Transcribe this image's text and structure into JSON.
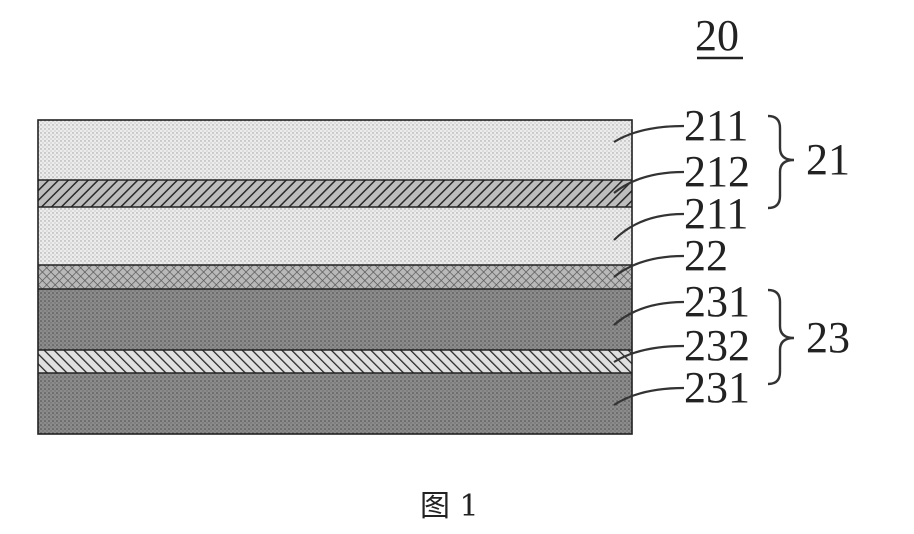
{
  "figure": {
    "ref_number": "20",
    "caption": "图 1"
  },
  "layers": [
    {
      "id": "layer-211-top",
      "label": "211",
      "pattern": "light-dots",
      "group": "21"
    },
    {
      "id": "layer-212",
      "label": "212",
      "pattern": "diagonal-dense",
      "group": "21"
    },
    {
      "id": "layer-211-bottom",
      "label": "211",
      "pattern": "light-dots",
      "group": "21"
    },
    {
      "id": "layer-22",
      "label": "22",
      "pattern": "crosshatch",
      "group": ""
    },
    {
      "id": "layer-231-top",
      "label": "231",
      "pattern": "dark-dots",
      "group": "23"
    },
    {
      "id": "layer-232",
      "label": "232",
      "pattern": "diagonal-light",
      "group": "23"
    },
    {
      "id": "layer-231-bottom",
      "label": "231",
      "pattern": "dark-dots",
      "group": "23"
    }
  ],
  "groups": [
    {
      "label": "21"
    },
    {
      "label": "23"
    }
  ],
  "colors": {
    "light_fill": "#ececec",
    "light_dot": "#9a9a9a",
    "dark_fill": "#8a8a8a",
    "dark_dot": "#4a4a4a",
    "hatch_bg": "#bdbdbd",
    "hatch_line": "#2a2a2a",
    "ink": "#222222"
  }
}
